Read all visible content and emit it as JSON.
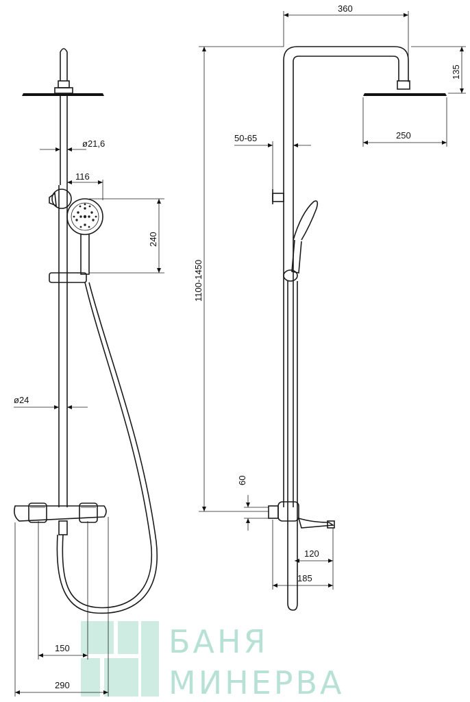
{
  "dimensions": {
    "d360": "360",
    "d135": "135",
    "d250": "250",
    "d50_65": "50-65",
    "d1100_1450": "1100-1450",
    "d60": "60",
    "d120": "120",
    "d185": "185",
    "d21_6": "ø21,6",
    "d116": "116",
    "d240": "240",
    "d24": "ø24",
    "d150": "150",
    "d290": "290"
  },
  "watermark": {
    "line1": "БАНЯ",
    "line2": "МИНЕРВА"
  }
}
